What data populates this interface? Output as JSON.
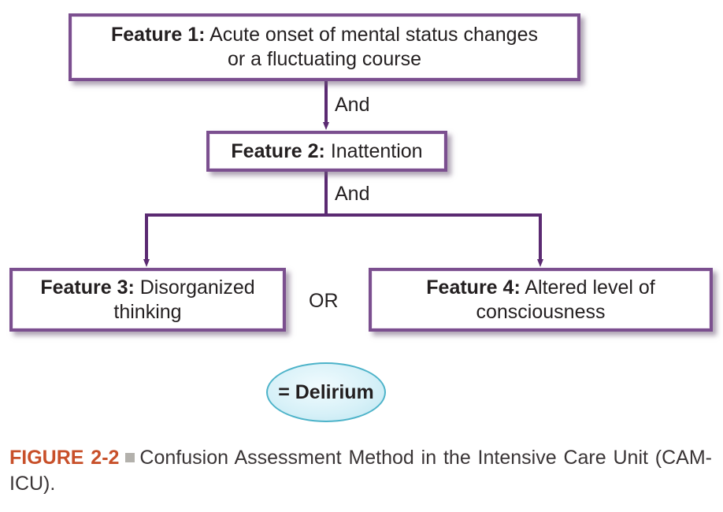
{
  "diagram": {
    "colors": {
      "box_border": "#7b4f8f",
      "arrow": "#5b2a72",
      "oval_fill": "#d8f1f8",
      "oval_border": "#4db3c9",
      "figure_label": "#c8502a"
    },
    "feature1": {
      "label": "Feature 1:",
      "text_line1": "Acute onset of mental status changes",
      "text_line2": "or a fluctuating course"
    },
    "connector1": "And",
    "feature2": {
      "label": "Feature 2:",
      "text": "Inattention"
    },
    "connector2": "And",
    "feature3": {
      "label": "Feature 3:",
      "text_line1": "Disorganized",
      "text_line2": "thinking"
    },
    "or_label": "OR",
    "feature4": {
      "label": "Feature 4:",
      "text_line1": "Altered level of",
      "text_line2": "consciousness"
    },
    "result": "= Delirium"
  },
  "caption": {
    "figure": "FIGURE 2-2",
    "text": "Confusion Assessment Method in the Intensive Care Unit (CAM-ICU)."
  }
}
